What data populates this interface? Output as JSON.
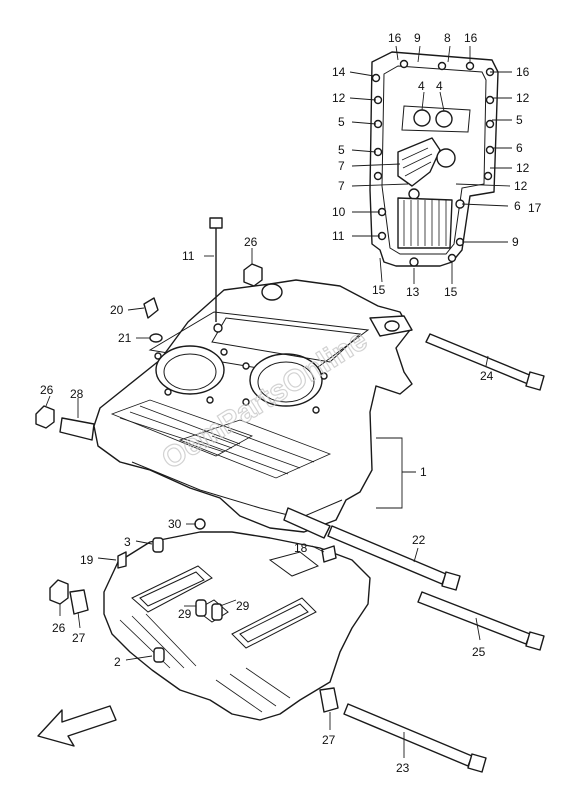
{
  "diagram": {
    "watermark": "OemPartsOnline",
    "colors": {
      "line": "#1a1a1a",
      "background": "#ffffff",
      "watermark": "#c8c8c8"
    },
    "callouts": {
      "oil_pan": [
        "16",
        "9",
        "8",
        "16",
        "14",
        "16",
        "4",
        "4",
        "12",
        "12",
        "5",
        "5",
        "5",
        "6",
        "7",
        "12",
        "7",
        "12",
        "10",
        "6",
        "17",
        "11",
        "9",
        "15",
        "13",
        "15"
      ],
      "crankcase": [
        "11",
        "26",
        "20",
        "21",
        "24",
        "26",
        "28",
        "1",
        "30",
        "3",
        "22",
        "18",
        "19",
        "29",
        "29",
        "26",
        "27",
        "25",
        "2",
        "27",
        "23"
      ]
    },
    "direction_arrow": "front-arrow"
  }
}
